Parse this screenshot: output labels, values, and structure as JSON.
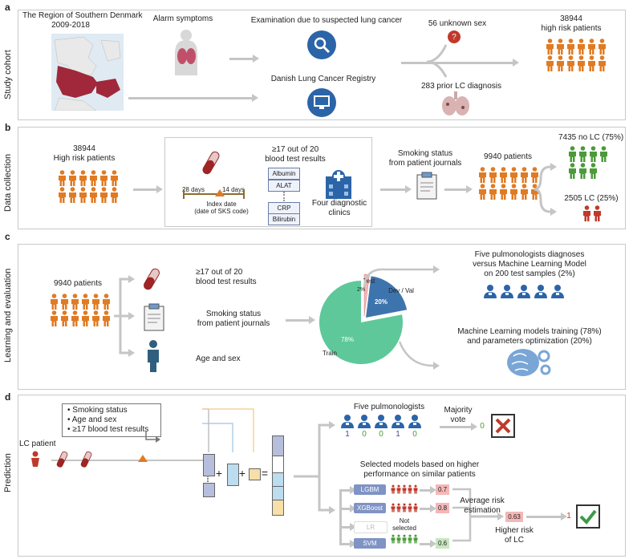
{
  "panels": {
    "a": {
      "letter": "a",
      "side": "Study cohort"
    },
    "b": {
      "letter": "b",
      "side": "Data collection"
    },
    "c": {
      "letter": "c",
      "side": "Learning and evaluation"
    },
    "d": {
      "letter": "d",
      "side": "Prediction"
    }
  },
  "a": {
    "region_title": "The Region of Southern Denmark",
    "region_years": "2009-2018",
    "alarm": "Alarm symptoms",
    "exam": "Examination due to suspected lung cancer",
    "registry": "Danish Lung Cancer Registry",
    "unknown_sex": "56 unknown sex",
    "prior_lc": "283 prior LC diagnosis",
    "patients_count": "38944",
    "patients_label": "high risk patients"
  },
  "b": {
    "patients_count": "38944",
    "patients_label": "High risk patients",
    "blood_1": "≥17 out of 20",
    "blood_2": "blood test results",
    "days_28": "28 days",
    "days_14": "14 days",
    "index_1": "Index date",
    "index_2": "(date of SKS code)",
    "tests": [
      "Albumin",
      "ALAT",
      "CRP",
      "Bilirubin"
    ],
    "clinics_1": "Four diagnostic",
    "clinics_2": "clinics",
    "smoking_1": "Smoking status",
    "smoking_2": "from patient journals",
    "patients_9940": "9940 patients",
    "no_lc": "7435 no LC (75%)",
    "lc": "2505 LC (25%)"
  },
  "c": {
    "patients": "9940 patients",
    "blood_1": "≥17 out of 20",
    "blood_2": "blood test results",
    "smoking_1": "Smoking status",
    "smoking_2": "from patient journals",
    "age_sex": "Age and sex",
    "pie_test": "Test",
    "pie_test_pct": "2%",
    "pie_dev": "Dev / Val",
    "pie_dev_pct": "20%",
    "pie_train": "Train",
    "pie_train_pct": "78%",
    "pulmo_1": "Five pulmonologists diagnoses",
    "pulmo_2": "versus Machine Learning Model",
    "pulmo_3": "on 200 test samples (2%)",
    "ml_1": "Machine Learning models training (78%)",
    "ml_2": "and parameters optimization (20%)"
  },
  "d": {
    "features": [
      "Smoking status",
      "Age and sex",
      "≥17 blood test results"
    ],
    "lc_patient": "LC patient",
    "one": "1",
    "five_pulmo": "Five pulmonologists",
    "votes": [
      "1",
      "0",
      "0",
      "1",
      "0"
    ],
    "majority_1": "Majority",
    "majority_2": "vote",
    "majority_result": "0",
    "selected_1": "Selected models based on higher",
    "selected_2": "performance on similar patients",
    "models": [
      {
        "name": "LGBM",
        "score": "0.7"
      },
      {
        "name": "XGBoost",
        "score": "0.8"
      },
      {
        "name": "LR",
        "score": ""
      },
      {
        "name": "SVM",
        "score": "0.6"
      }
    ],
    "not_selected_1": "Not",
    "not_selected_2": "selected",
    "avg_1": "Average risk",
    "avg_2": "estimation",
    "avg_score": "0.63",
    "higher_1": "Higher risk",
    "higher_2": "of LC",
    "final": "1"
  },
  "colors": {
    "orange": "#e07b24",
    "green": "#4c9a3a",
    "red": "#c0392b",
    "blue": "#2f5b9c",
    "pie_train": "#5ec89a",
    "pie_dev": "#3e74ad"
  }
}
